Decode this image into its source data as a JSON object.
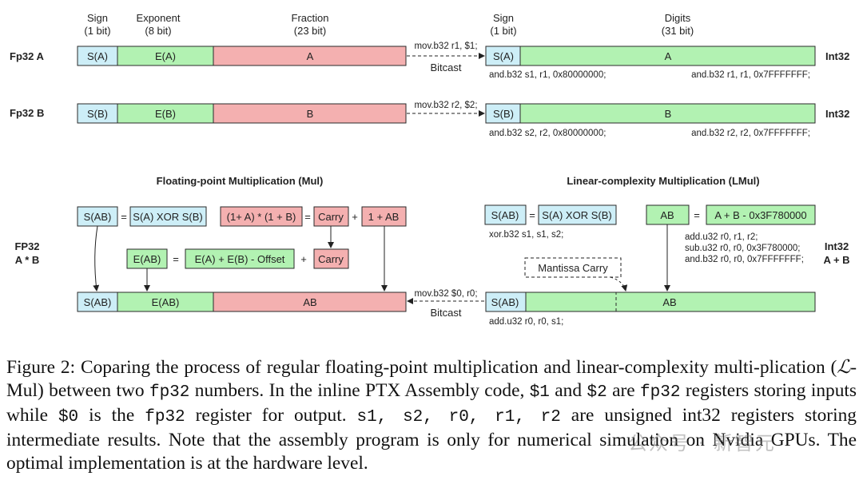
{
  "colors": {
    "sign": "#cdeef7",
    "exp": "#b2f2b2",
    "frac": "#f4b0b0",
    "stroke": "#2a2a2a"
  },
  "top": {
    "headers": {
      "sign": "Sign",
      "sign_bits": "(1 bit)",
      "exponent": "Exponent",
      "exponent_bits": "(8 bit)",
      "fraction": "Fraction",
      "fraction_bits": "(23 bit)",
      "int_sign": "Sign",
      "int_sign_bits": "(1 bit)",
      "digits": "Digits",
      "digits_bits": "(31 bit)"
    },
    "row_a": {
      "label": "Fp32 A",
      "sign": "S(A)",
      "exp": "E(A)",
      "frac": "A",
      "mov": "mov.b32 r1, $1;",
      "bitcast": "Bitcast",
      "int_sign": "S(A)",
      "int_digits": "A",
      "int_label": "Int32",
      "and_sign": "and.b32 s1, r1, 0x80000000;",
      "and_digits": "and.b32 r1, r1, 0x7FFFFFFF;"
    },
    "row_b": {
      "label": "Fp32 B",
      "sign": "S(B)",
      "exp": "E(B)",
      "frac": "B",
      "mov": "mov.b32 r2, $2;",
      "int_sign": "S(B)",
      "int_digits": "B",
      "int_label": "Int32",
      "and_sign": "and.b32 s2, r2, 0x80000000;",
      "and_digits": "and.b32 r2, r2, 0x7FFFFFFF;"
    }
  },
  "mul": {
    "title": "Floating-point Multiplication (Mul)",
    "sab": "S(AB)",
    "eq1": "=",
    "sxor": "S(A) XOR S(B)",
    "prod": "(1+ A) * (1 + B)",
    "eq2": "=",
    "carry1": "Carry",
    "plus1": "+",
    "onepab": "1 + AB",
    "eab": "E(AB)",
    "eq3": "=",
    "esum": "E(A) + E(B) - Offset",
    "plus2": "+",
    "carry2": "Carry",
    "side_label_1": "FP32",
    "side_label_2": "A * B",
    "result_sign": "S(AB)",
    "result_exp": "E(AB)",
    "result_frac": "AB"
  },
  "lmul": {
    "title": "Linear-complexity Multiplication (LMul)",
    "sab": "S(AB)",
    "eq1": "=",
    "sxor": "S(A) XOR S(B)",
    "xor_code": "xor.b32 s1, s1, s2;",
    "ab": "AB",
    "eq2": "=",
    "formula": "A + B - 0x3F780000",
    "code1": "add.u32 r0, r1, r2;",
    "code2": "sub.u32 r0, r0, 0x3F780000;",
    "code3": "and.b32 r0, r0, 0x7FFFFFFF;",
    "side_label_1": "Int32",
    "side_label_2": "A + B",
    "mantissa_carry": "Mantissa Carry",
    "result_sign": "S(AB)",
    "result_digits": "AB",
    "mov": "mov.b32 $0, r0;",
    "bitcast": "Bitcast",
    "add_code": "add.u32 r0, r0, s1;"
  },
  "caption": {
    "p1": "Figure 2: Coparing the process of regular floating-point multiplication and linear-complexity multi-plication (",
    "lsym": "ℒ",
    "p2": "-Mul) between two ",
    "m1": "fp32",
    "p3": " numbers. In the inline PTX Assembly code, ",
    "m2": "$1",
    "p4": " and ",
    "m3": "$2",
    "p5": " are ",
    "m4": "fp32",
    "p6": " registers storing inputs while ",
    "m5": "$0",
    "p7": " is the ",
    "m6": "fp32",
    "p8": " register for output. ",
    "m7": "s1, s2, r0, r1, r2",
    "p9": " are unsigned int32 registers storing intermediate results. Note that the assembly program is only for numerical simulation on Nvidia GPUs. The optimal implementation is at the hardware level."
  },
  "watermark": "公众号 · 新智元"
}
